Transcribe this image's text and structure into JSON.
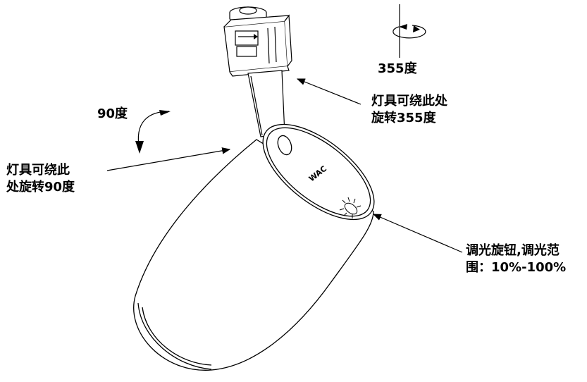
{
  "labels": {
    "rotate_355_top": "355度",
    "rotate_355_desc_line1": "灯具可绕此处",
    "rotate_355_desc_line2": "旋转355度",
    "rotate_90_top": "90度",
    "rotate_90_desc_line1": "灯具可绕此",
    "rotate_90_desc_line2": "处旋转90度",
    "dimmer_desc_line1": "调光旋钮,调光范",
    "dimmer_desc_line2": "围：10%-100%",
    "product_mark": "WAC"
  },
  "colors": {
    "line": "#000000",
    "background": "#ffffff"
  }
}
